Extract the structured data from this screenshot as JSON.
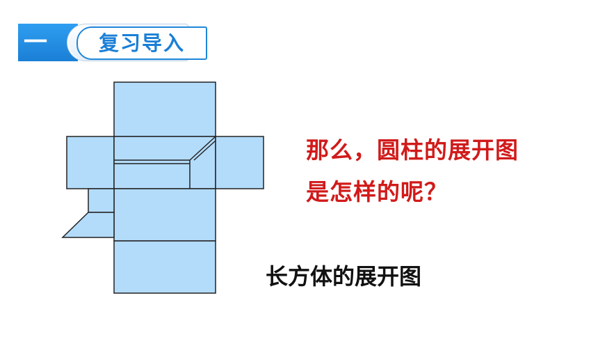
{
  "header": {
    "section_number": "一",
    "section_title": "复习导入"
  },
  "question": {
    "line1": "那么，圆柱的展开图",
    "line2": "是怎样的呢？"
  },
  "caption": "长方体的展开图",
  "colors": {
    "face_fill": "#b3dcfb",
    "face_stroke": "#222222",
    "question_text": "#d11a1a",
    "accent_blue": "#1a7fd6"
  }
}
